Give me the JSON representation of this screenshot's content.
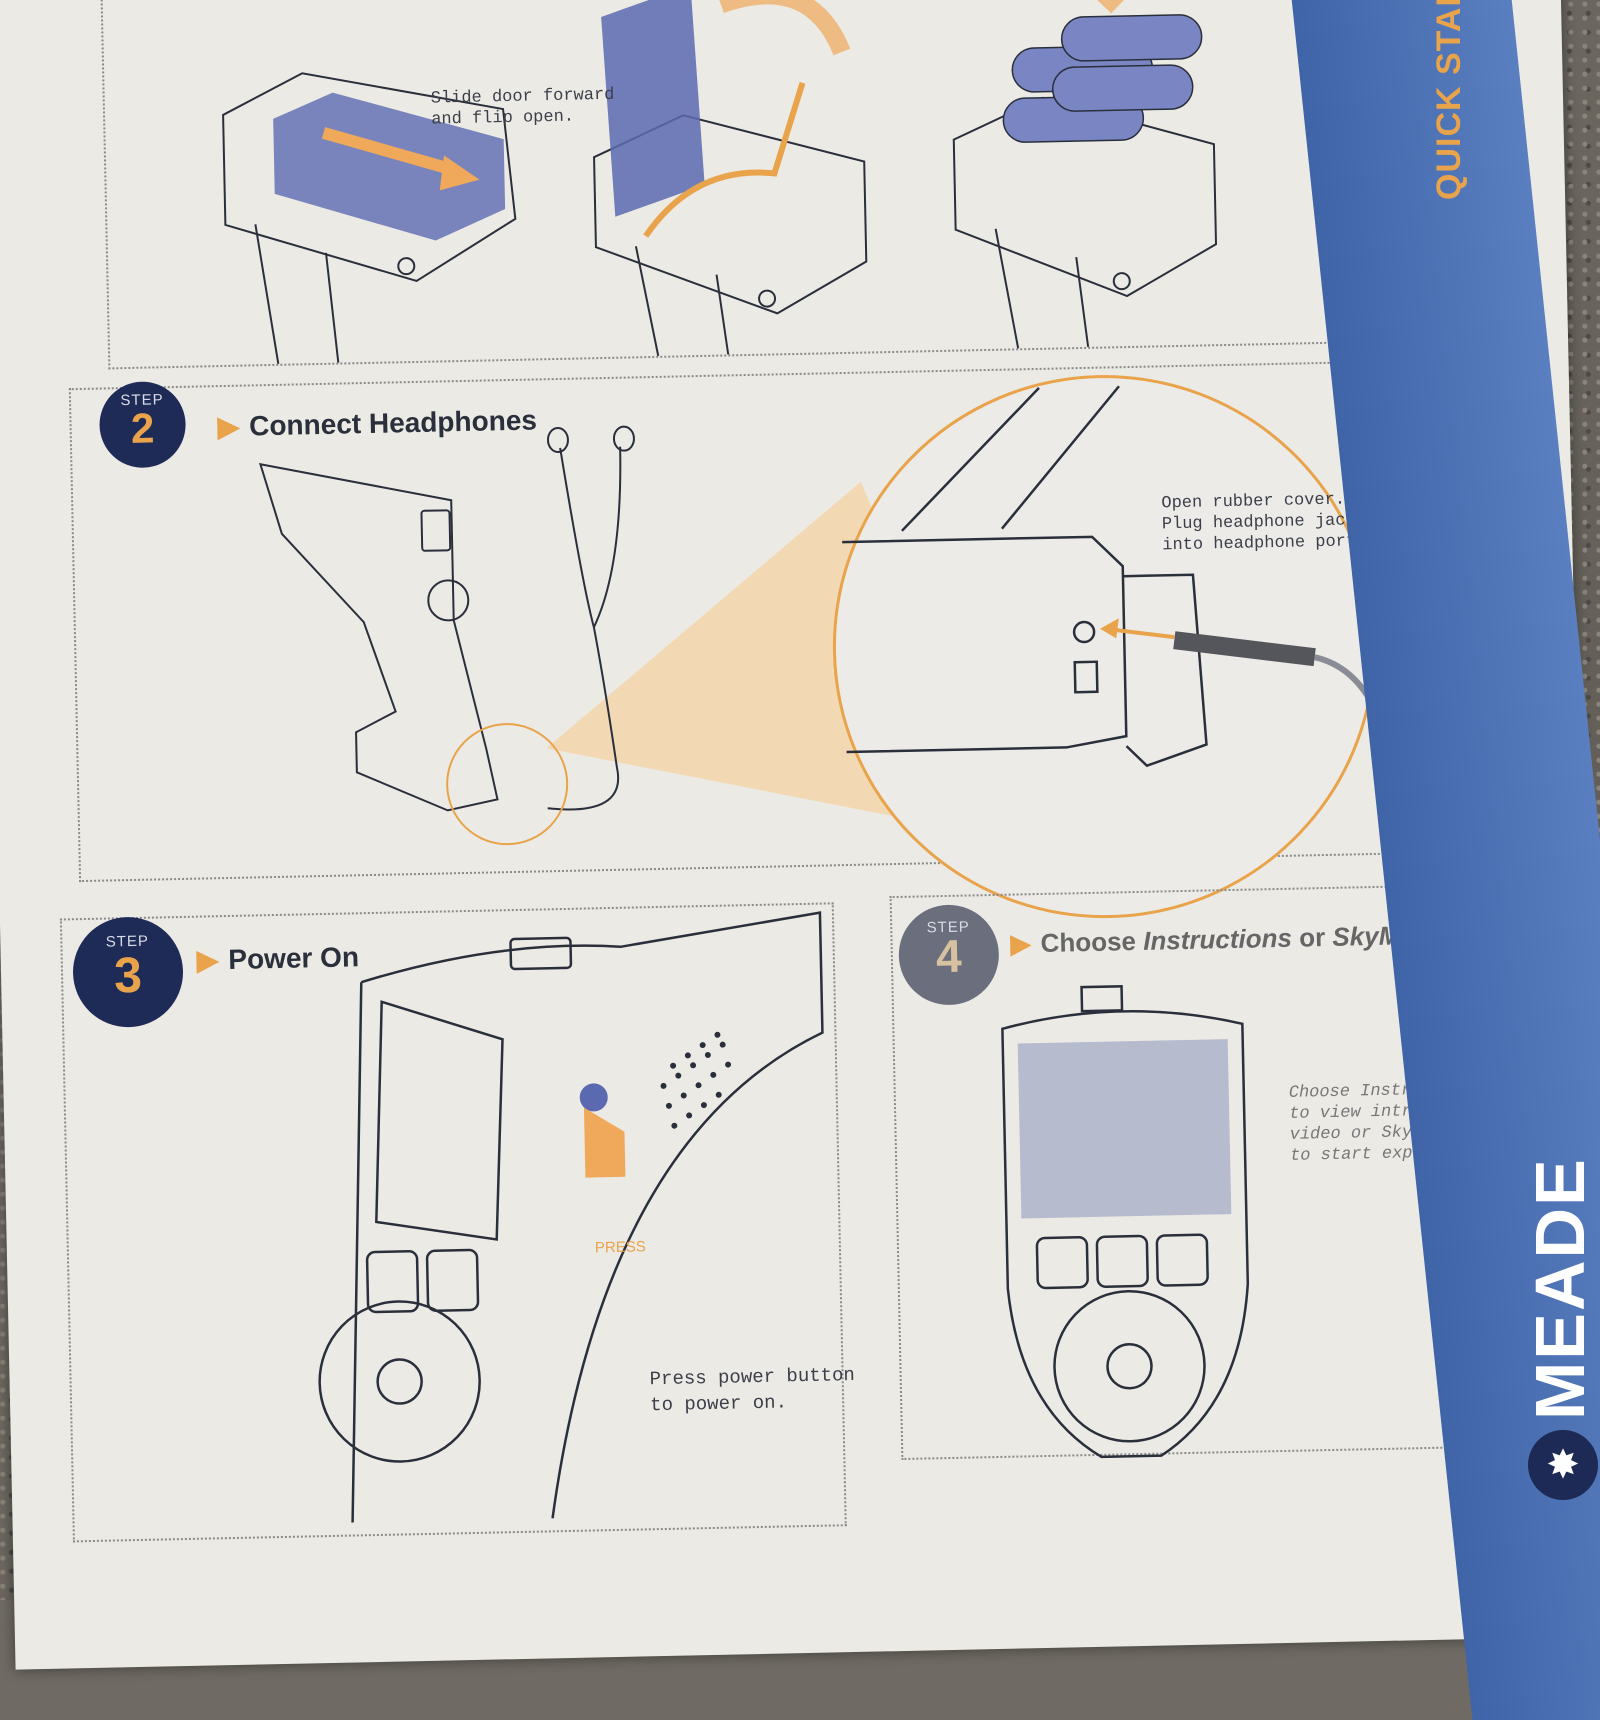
{
  "side_banner": {
    "title": "QUICK START GUI",
    "brand": "MEADE"
  },
  "step1": {
    "caption": "Slide door forward\nand flip open."
  },
  "step2": {
    "badge_label": "STEP",
    "number": "2",
    "title": "Connect Headphones",
    "caption": "Open rubber cover.\nPlug headphone jack\ninto headphone port."
  },
  "step3": {
    "badge_label": "STEP",
    "number": "3",
    "title": "Power On",
    "press_label": "PRESS",
    "caption": "Press power button\nto power on."
  },
  "step4": {
    "badge_label": "STEP",
    "number": "4",
    "title_prefix": "Choose ",
    "title_em1": "Instructions",
    "title_mid": " or ",
    "title_em2": "SkyMap",
    "caption": "Choose Instructions\nto view introduction\nvideo or SkyMap\nto start exploring."
  },
  "colors": {
    "navy": "#1e2b57",
    "orange": "#e8a34b",
    "blue_band": "#4a6fb5"
  }
}
